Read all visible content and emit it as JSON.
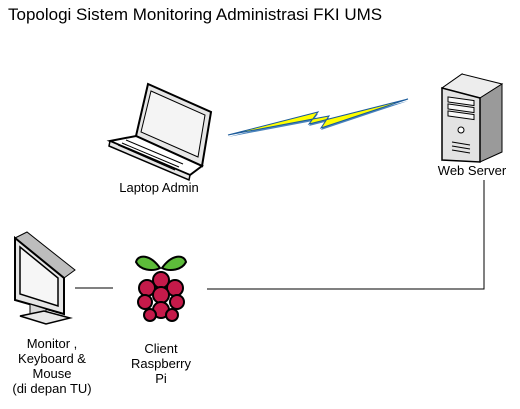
{
  "title": "Topologi Sistem Monitoring Administrasi FKI UMS",
  "nodes": {
    "laptop": {
      "label": "Laptop Admin",
      "icon": "laptop-icon"
    },
    "server": {
      "label": "Web Server",
      "icon": "server-tower-icon"
    },
    "monitor": {
      "label_lines": [
        "Monitor ,",
        "Keyboard &",
        "Mouse",
        "(di depan TU)"
      ],
      "icon": "monitor-icon"
    },
    "raspberry": {
      "label_lines": [
        "Client",
        "Raspberry",
        "Pi"
      ],
      "icon": "raspberry-pi-icon"
    }
  },
  "links": [
    {
      "from": "laptop",
      "to": "server",
      "type": "wireless",
      "icon": "lightning-bolt-icon"
    },
    {
      "from": "monitor",
      "to": "raspberry",
      "type": "wired"
    },
    {
      "from": "raspberry",
      "to": "server",
      "type": "wired"
    }
  ],
  "colors": {
    "bolt_fill": "#ffff00",
    "bolt_edge": "#2c6fb0",
    "raspberry_red": "#c51a4a",
    "raspberry_leaf": "#5dbb3a"
  }
}
